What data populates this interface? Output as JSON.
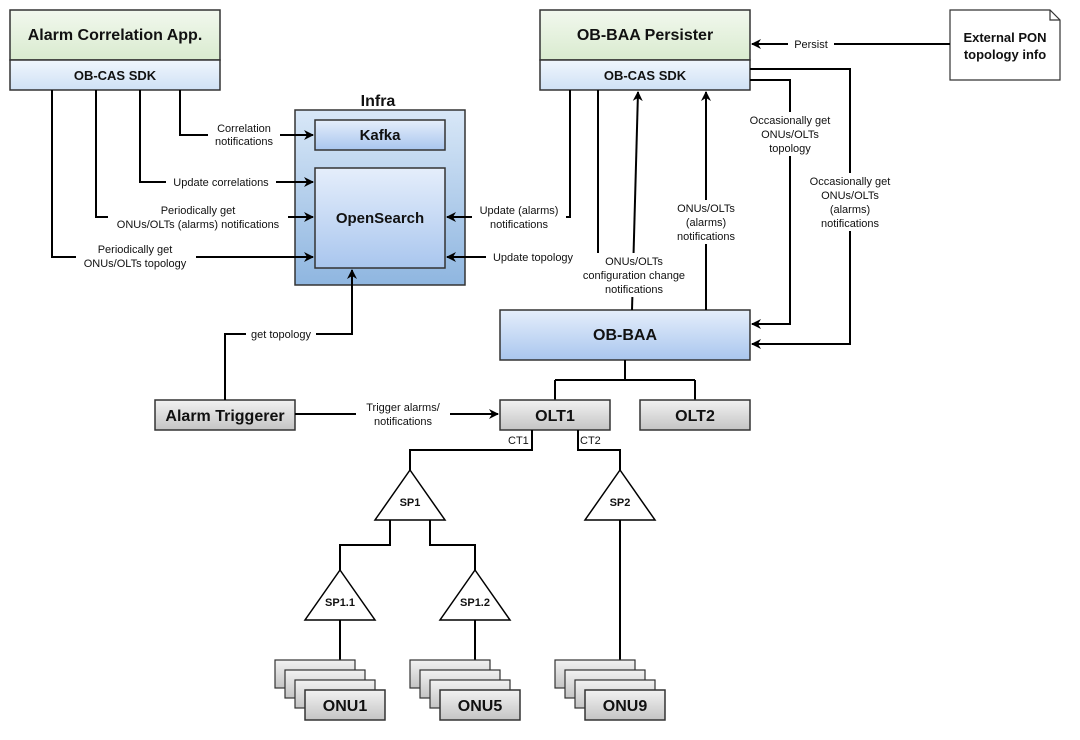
{
  "nodes": {
    "alarm_app": "Alarm Correlation App.",
    "alarm_app_sdk": "OB-CAS SDK",
    "persister": "OB-BAA Persister",
    "persister_sdk": "OB-CAS SDK",
    "external_line1": "External PON",
    "external_line2": "topology info",
    "infra": "Infra",
    "kafka": "Kafka",
    "opensearch": "OpenSearch",
    "obbaa": "OB-BAA",
    "olt1": "OLT1",
    "olt2": "OLT2",
    "alarm_triggerer": "Alarm Triggerer",
    "sp1": "SP1",
    "sp2": "SP2",
    "sp11": "SP1.1",
    "sp12": "SP1.2",
    "onu1": "ONU1",
    "onu5": "ONU5",
    "onu9": "ONU9",
    "ct1": "CT1",
    "ct2": "CT2"
  },
  "edges": {
    "persist": "Persist",
    "corr_notif_1": "Correlation",
    "corr_notif_2": "notifications",
    "update_corr": "Update correlations",
    "periodic_alarms_1": "Periodically get",
    "periodic_alarms_2": "ONUs/OLTs (alarms) notifications",
    "periodic_topo_1": "Periodically get",
    "periodic_topo_2": "ONUs/OLTs topology",
    "update_alarms_1": "Update (alarms)",
    "update_alarms_2": "notifications",
    "update_topology": "Update topology",
    "occ_topo_1": "Occasionally get",
    "occ_topo_2": "ONUs/OLTs",
    "occ_topo_3": "topology",
    "occ_alarms_1": "Occasionally get",
    "occ_alarms_2": "ONUs/OLTs",
    "occ_alarms_3": "(alarms)",
    "occ_alarms_4": "notifications",
    "onu_alarms_1": "ONUs/OLTs",
    "onu_alarms_2": "(alarms)",
    "onu_alarms_3": "notifications",
    "config_1": "ONUs/OLTs",
    "config_2": "configuration change",
    "config_3": "notifications",
    "get_topology": "get topology",
    "trigger_1": "Trigger alarms/",
    "trigger_2": "notifications"
  },
  "colors": {
    "app_green": "#e6f2de",
    "sdk_blue": "#dce9f7",
    "infra_blue": "#b4d0ee",
    "opensearch_blue": "#c9dcf3",
    "obbaa_blue": "#cadcf6",
    "gray_box": "#d2d2d2"
  }
}
